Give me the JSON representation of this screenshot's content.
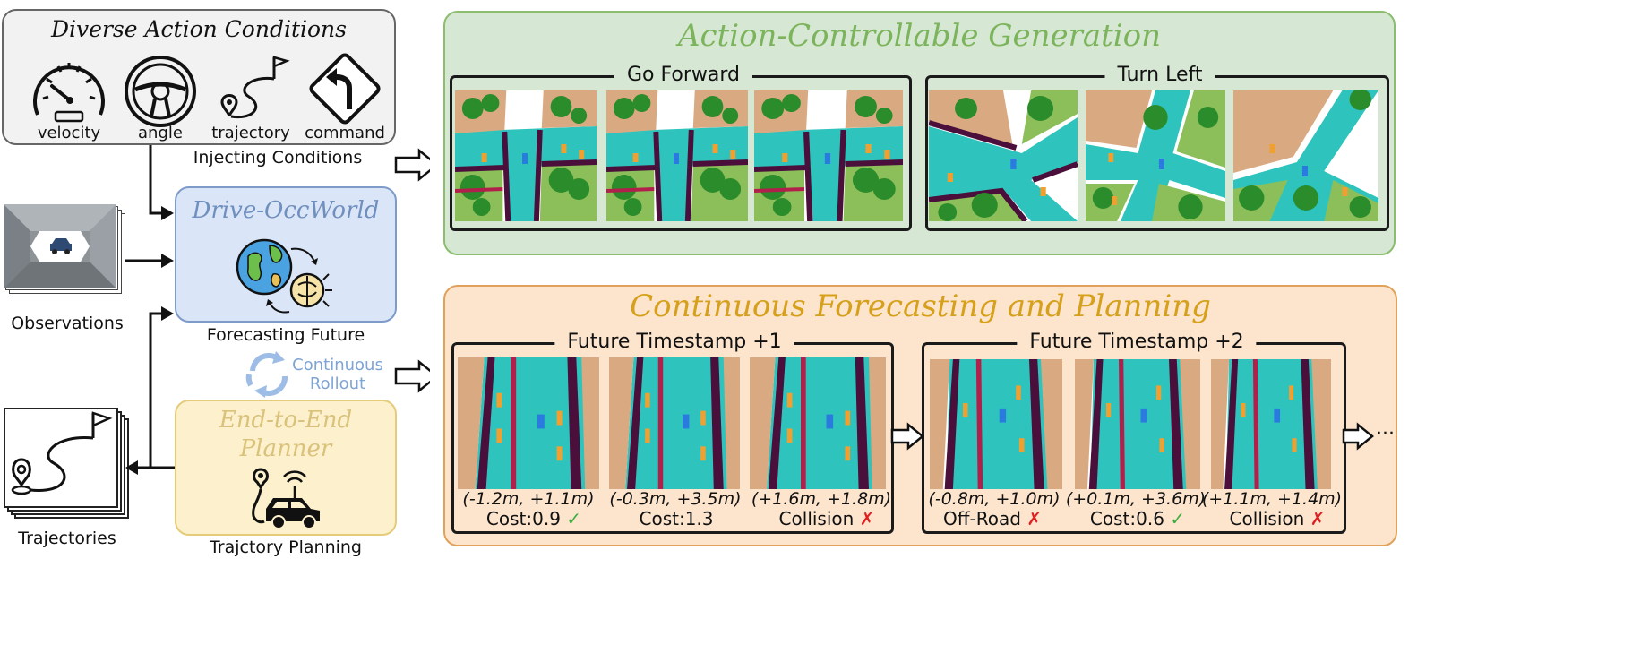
{
  "action_conditions": {
    "title": "Diverse Action Conditions",
    "items": [
      {
        "label": "velocity",
        "icon": "speedometer-icon"
      },
      {
        "label": "angle",
        "icon": "steering-wheel-icon"
      },
      {
        "label": "trajectory",
        "icon": "trajectory-icon"
      },
      {
        "label": "command",
        "icon": "turn-left-sign-icon"
      }
    ],
    "caption": "Injecting Conditions"
  },
  "world_model": {
    "title": "Drive-OccWorld",
    "caption": "Forecasting Future"
  },
  "planner": {
    "title_line1": "End-to-End",
    "title_line2": "Planner",
    "caption": "Trajctory Planning"
  },
  "observations": {
    "label": "Observations"
  },
  "trajectories": {
    "label": "Trajectories"
  },
  "rollout": {
    "line1": "Continuous",
    "line2": "Rollout"
  },
  "generation": {
    "title": "Action-Controllable Generation",
    "groups": [
      {
        "label": "Go Forward"
      },
      {
        "label": "Turn Left"
      }
    ]
  },
  "forecasting": {
    "title": "Continuous Forecasting and Planning",
    "groups": [
      {
        "label": "Future Timestamp +1",
        "items": [
          {
            "coord": "(-1.2m, +1.1m)",
            "result": "Cost:0.9",
            "mark": "check"
          },
          {
            "coord": "(-0.3m, +3.5m)",
            "result": "Cost:1.3",
            "mark": "none"
          },
          {
            "coord": "(+1.6m, +1.8m)",
            "result": "Collision",
            "mark": "cross"
          }
        ]
      },
      {
        "label": "Future Timestamp +2",
        "items": [
          {
            "coord": "(-0.8m, +1.0m)",
            "result": "Off-Road",
            "mark": "cross"
          },
          {
            "coord": "(+0.1m, +3.6m)",
            "result": "Cost:0.6",
            "mark": "check"
          },
          {
            "coord": "(+1.1m, +1.4m)",
            "result": "Collision",
            "mark": "cross"
          }
        ]
      }
    ],
    "ellipsis": "···"
  },
  "marks": {
    "check": "✓",
    "cross": "✗"
  },
  "colors": {
    "gray_box": "#f2f2f2",
    "blue_box": "#dae6f7",
    "yellow_box": "#fdf0cc",
    "green_panel": "#d6e8d4",
    "orange_panel": "#fce4cd",
    "green_title": "#7cb45c",
    "orange_title": "#d6a01a",
    "blue_title": "#6f8fbf",
    "yellow_title": "#d9c27a"
  }
}
